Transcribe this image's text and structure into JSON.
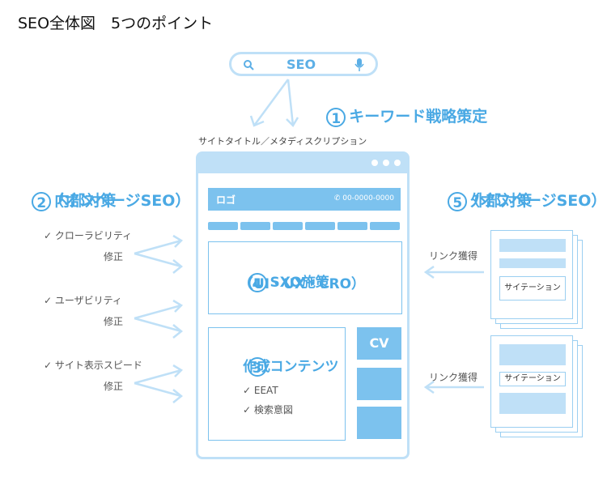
{
  "title": "SEO全体図　5つのポイント",
  "search": {
    "label": "SEO"
  },
  "step1": {
    "number": "1",
    "label": "キーワード戦略策定"
  },
  "title_meta_label": "サイトタイトル／メタディスクリプション",
  "step2": {
    "number": "2",
    "line1": "内部対策",
    "line2": "（オンページSEO）"
  },
  "step5": {
    "number": "5",
    "line1": "外部対策",
    "line2": "（オフページSEO）"
  },
  "browser": {
    "logo": "ロゴ",
    "phone": "00-0000-0000",
    "step4": {
      "number": "4",
      "line1": "SXO施策",
      "line2": "（UI・UX・CRO）"
    },
    "step3": {
      "number": "3",
      "line1": "コンテンツ",
      "line2": "作成",
      "checks": [
        "EEAT",
        "検索意図"
      ]
    },
    "cv": "CV"
  },
  "internal_items": [
    {
      "label": "クローラビリティ",
      "fix": "修正"
    },
    {
      "label": "ユーザビリティ",
      "fix": "修正"
    },
    {
      "label": "サイト表示スピード",
      "fix": "修正"
    }
  ],
  "external_items": [
    {
      "link_label": "リンク獲得",
      "citation": "サイテーション"
    },
    {
      "link_label": "リンク獲得",
      "citation": "サイテーション"
    }
  ],
  "colors": {
    "primary": "#4aa9e4",
    "light": "#bfe0f7",
    "mid": "#7cc2ee"
  },
  "icons": [
    "search-icon",
    "microphone-icon",
    "phone-icon",
    "checkmark-icon",
    "arrow-icon"
  ]
}
